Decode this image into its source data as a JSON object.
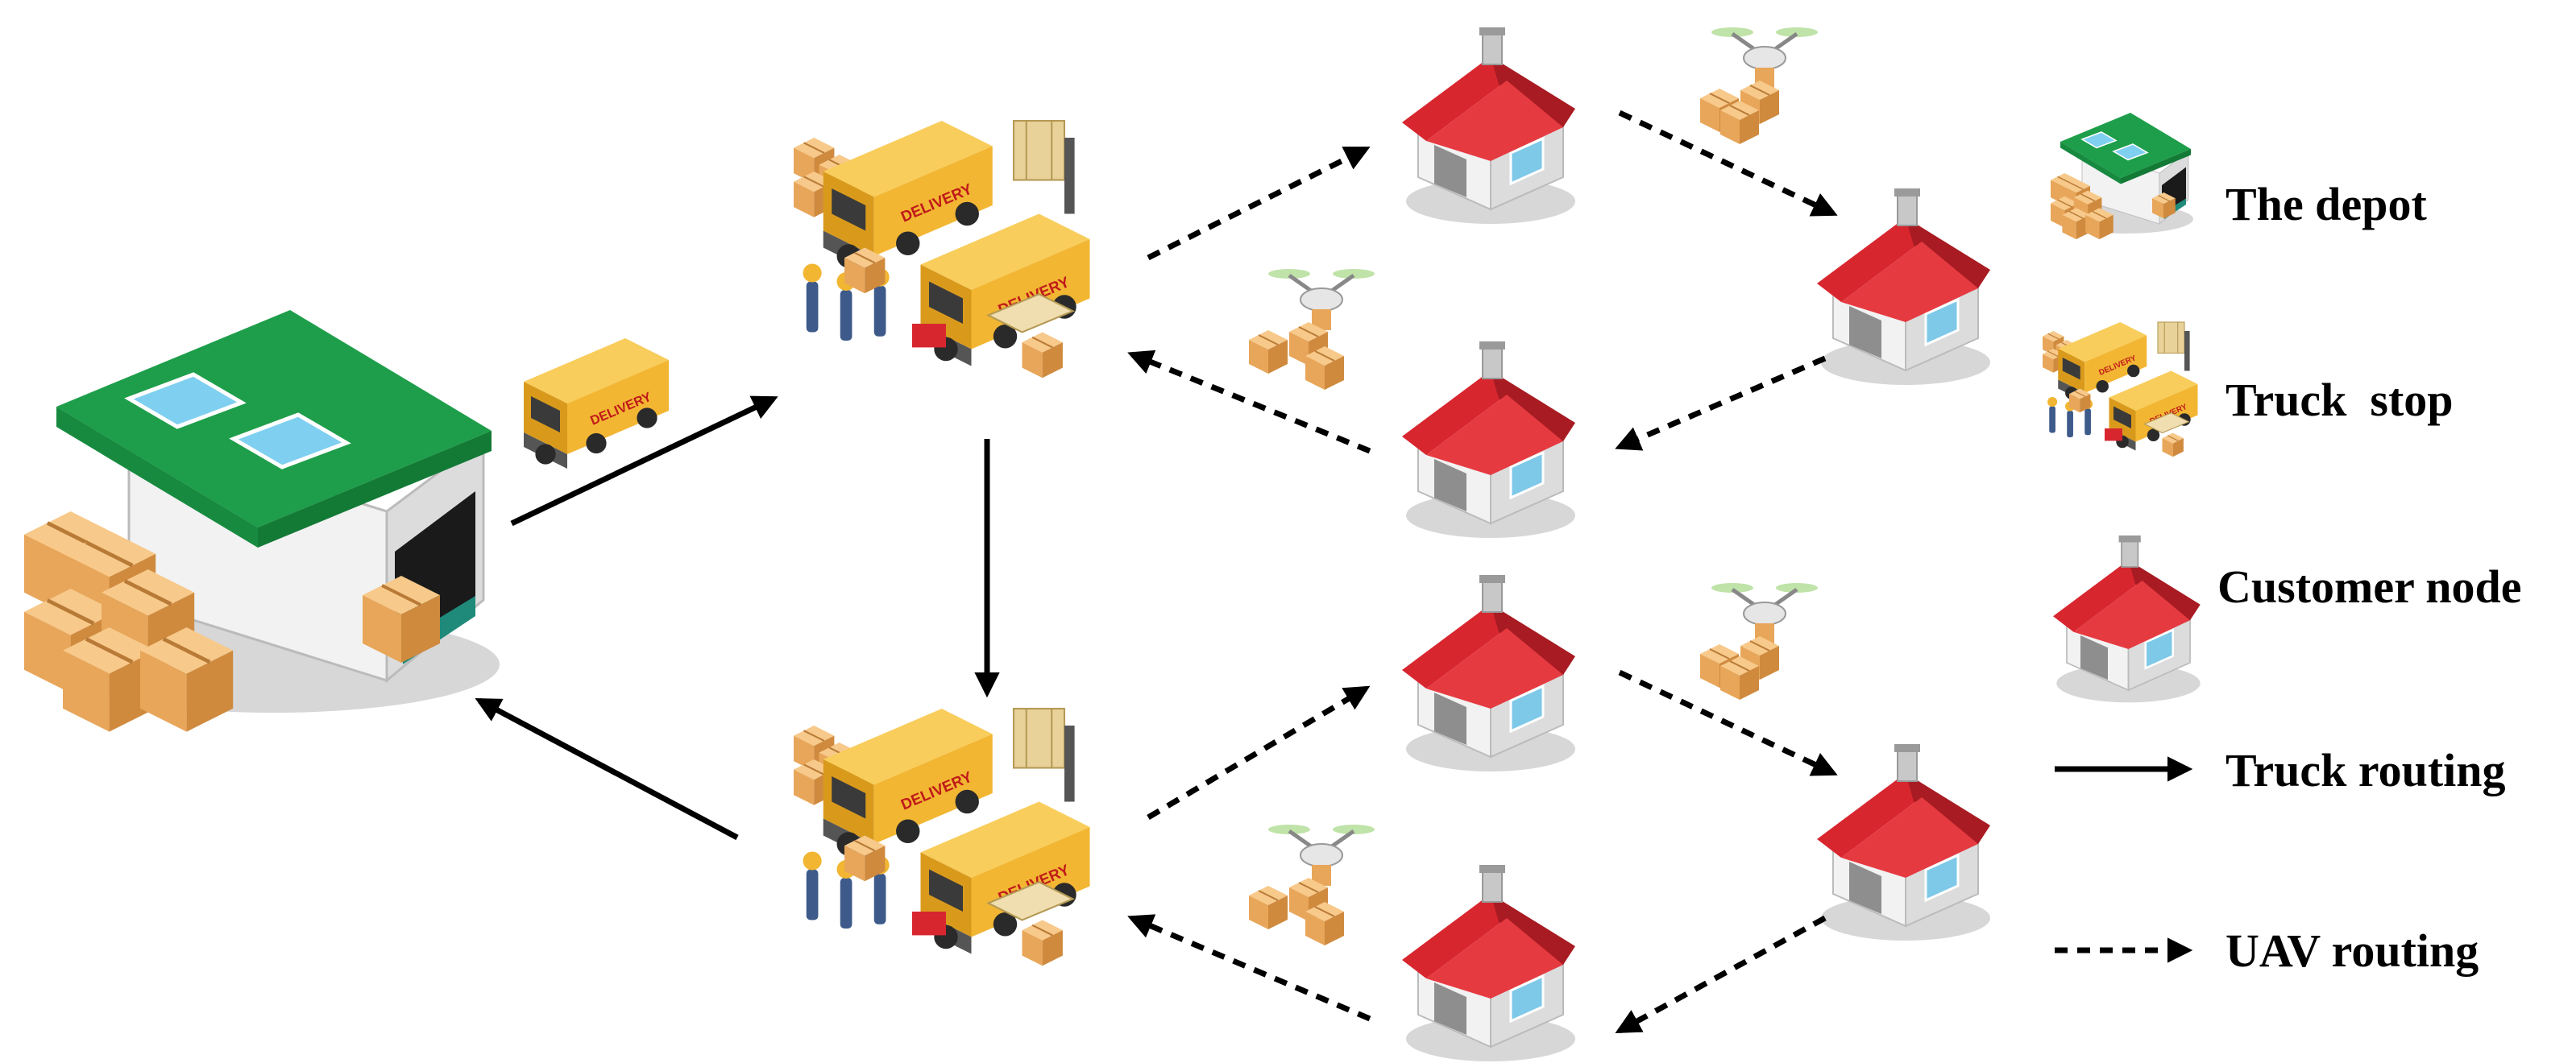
{
  "legend": {
    "depot": "The depot",
    "truck_stop": "Truck  stop",
    "customer": "Customer node",
    "truck_routing": "Truck routing",
    "uav_routing": "UAV routing"
  },
  "van_text": "DELIVERY",
  "colors": {
    "roof_green": "#1e9e4a",
    "roof_red": "#d8262f",
    "van_yellow": "#f2b632",
    "box_orange": "#e8a65a",
    "arrow": "#000000"
  },
  "icons": [
    "warehouse-icon",
    "delivery-van-icon",
    "truck-stop-icon",
    "house-icon",
    "drone-icon",
    "parcel-icon"
  ]
}
